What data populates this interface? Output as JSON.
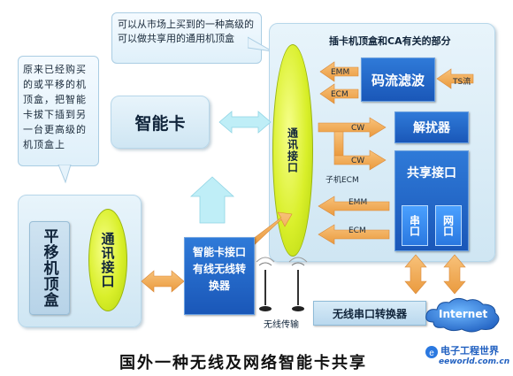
{
  "callouts": {
    "market_note": "可以从市场上买到的一种高级的可以做共享用的通用机顶盒",
    "old_box_note": "原来已经购买的或平移的机顶盒，把智能卡拔下插到另一台更高级的机顶盒上"
  },
  "ca_section": {
    "title": "插卡机顶盒和CA有关的部分",
    "comm_port": "通讯接口",
    "stream_filter": "码流滤波",
    "descrambler": "解扰器",
    "shared_port": "共享接口",
    "serial_port": "串口",
    "network_port": "网口",
    "emm_label": "EMM",
    "ecm_label": "ECM",
    "ts_label": "TS流",
    "cw_label": "CW",
    "sub_ecm_label": "子机ECM"
  },
  "smart_card": {
    "label": "智能卡"
  },
  "legacy_box": {
    "label": "平移机顶盒",
    "comm_port": "通讯接口"
  },
  "converter": {
    "label": "智能卡接口有线无线转换器"
  },
  "wireless": {
    "label": "无线传输"
  },
  "serial_converter": {
    "label": "无线串口转换器"
  },
  "internet": {
    "label": "Internet"
  },
  "caption": "国外一种无线及网络智能卡共享",
  "watermark": {
    "site": "eeworld.com.cn",
    "brand": "电子工程世界"
  },
  "colors": {
    "arrow_orange": "#f3ad5c",
    "arrow_cyan": "#bfeef7",
    "box_blue": "#1f63c4",
    "ellipse_yellow": "#d9ef2a",
    "panel": "#d8ecf7"
  }
}
